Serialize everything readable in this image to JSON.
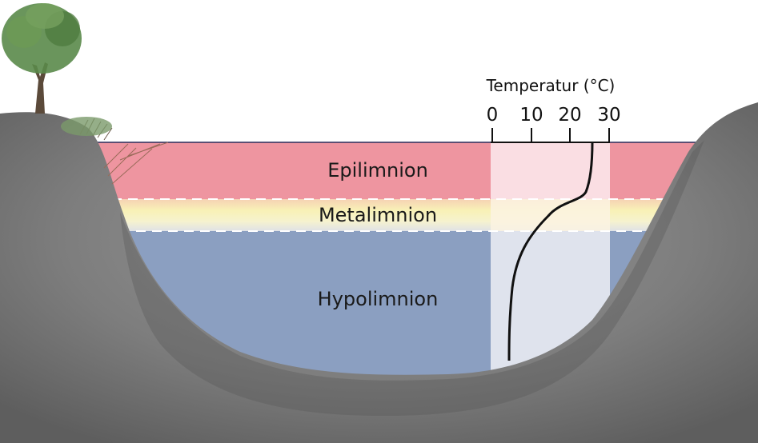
{
  "layers": [
    {
      "name": "Epilimnion",
      "color": "#ee95a0"
    },
    {
      "name": "Metalimnion",
      "color": "#f7f0b4"
    },
    {
      "name": "Hypolimnion",
      "color": "#8b9fc1"
    }
  ],
  "temperature_axis": {
    "title": "Temperatur (°C)",
    "ticks": [
      "0",
      "10",
      "20",
      "30"
    ],
    "tick_values": [
      0,
      10,
      20,
      30
    ]
  },
  "temperature_profile": {
    "depth_zones": [
      "Epilimnion",
      "Metalimnion",
      "Hypolimnion"
    ],
    "surface_temp_c": 26,
    "bottom_temp_c": 5,
    "curve_color": "#111111"
  },
  "colors": {
    "ground": "#7c7c7c",
    "water_surface_line": "#2a2d5a",
    "profile_band_warm": "#fbe4e8",
    "profile_band_cold": "#e4e7ef",
    "tree_foliage": "#5a8a4a"
  }
}
